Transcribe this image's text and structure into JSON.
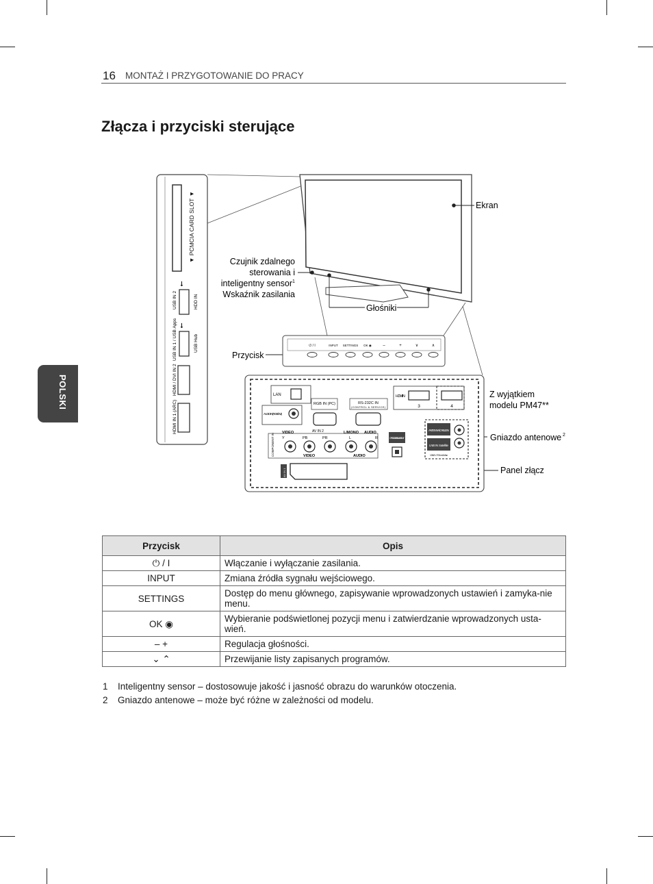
{
  "header": {
    "page_number": "16",
    "section": "MONTAŻ I PRZYGOTOWANIE DO PRACY"
  },
  "title": "Złącza i przyciski sterujące",
  "side_tab": "POLSKI",
  "diagram": {
    "labels": {
      "ekran": "Ekran",
      "sensor_1": "Czujnik zdalnego",
      "sensor_2": "sterowania i",
      "sensor_3": "inteligentny sensor",
      "sensor_sup": "1",
      "sensor_4": "Wskaźnik zasilania",
      "glosniki": "Głośniki",
      "przycisk": "Przycisk",
      "except_1": "Z wyjątkiem",
      "except_2": "modelu PM47**",
      "antenna": "Gniazdo antenowe",
      "antenna_sup": "2",
      "panel": "Panel złącz"
    },
    "side_panel": {
      "pcmcia": "▼ PCMCIA CARD SLOT ▼",
      "usb2": "USB IN 2",
      "hdd": "HDD IN",
      "usb1": "USB IN 1 / USB Apps",
      "usb_hub": "USB Hub",
      "hdmi2": "HDMI / DVI IN 2",
      "hdmi1": "HDMI IN 1 (ARC)"
    },
    "button_strip": [
      "⏻ / I",
      "INPUT",
      "SETTINGS",
      "OK ◉",
      "–",
      "+",
      "∨",
      "∧"
    ],
    "rear_panel": {
      "lan": "LAN",
      "audio_in": "AUDIO IN (RGB/DVI)",
      "rgb_in": "RGB IN (PC)",
      "rs232": "RS-232C IN",
      "rs232_sub": "(CONTROL & SERVICE)",
      "hdmi_in": "HDMI IN",
      "hdmi_3": "3",
      "hdmi_4": "4",
      "antenna_cable": "ANTENNA/ CABLE IN",
      "lnb": "LNB IN Satellite",
      "lnb_sub": "13/18 V 700 mA Max",
      "component": "COMPONENT IN",
      "av2": "AV IN 2",
      "video": "VIDEO",
      "mono": "L/MONO",
      "audio": "AUDIO",
      "y": "Y",
      "pb": "PB",
      "pr": "PR",
      "l": "L",
      "r": "R",
      "optical": "OPTICAL DIGITAL AUDIO OUT",
      "av1": "AV IN 1"
    }
  },
  "table": {
    "headers": [
      "Przycisk",
      "Opis"
    ],
    "rows": [
      {
        "button": "⏻ / I",
        "desc": "Włączanie i wyłączanie zasilania."
      },
      {
        "button": "INPUT",
        "desc": "Zmiana źródła sygnału wejściowego."
      },
      {
        "button": "SETTINGS",
        "desc": "Dostęp do menu głównego, zapisywanie wprowadzonych ustawień i zamyka-nie menu."
      },
      {
        "button": "OK ◉",
        "desc": "Wybieranie podświetlonej pozycji menu i zatwierdzanie wprowadzonych usta-wień."
      },
      {
        "button": "–  +",
        "desc": "Regulacja głośności."
      },
      {
        "button": "⌄ ⌃",
        "desc": "Przewijanie listy zapisanych programów."
      }
    ]
  },
  "footnotes": [
    {
      "num": "1",
      "text": "Inteligentny sensor – dostosowuje jakość i jasność obrazu do warunków otoczenia."
    },
    {
      "num": "2",
      "text": "Gniazdo antenowe – może być różne w zależności od modelu."
    }
  ]
}
